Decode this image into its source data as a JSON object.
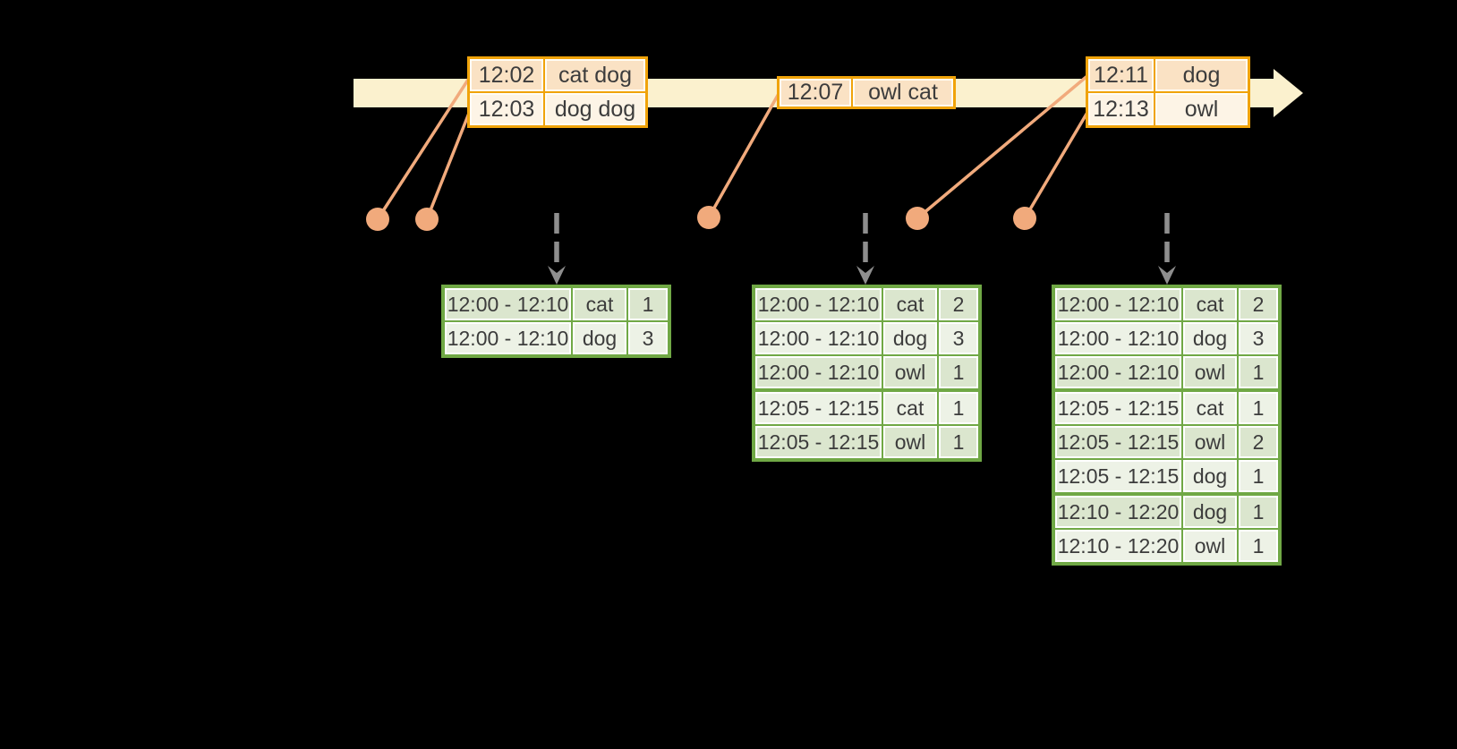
{
  "colors": {
    "background": "#000000",
    "timeline_fill": "#fbf1ce",
    "event_table_border": "#f0a30a",
    "event_row_fill_dark": "#fae2c4",
    "event_row_fill_light": "#fdf4e6",
    "event_dot": "#f1aa7c",
    "trigger_arrow_gray": "#8e8e8e",
    "result_table_border": "#70a845",
    "result_row_fill_dark": "#dbe6ce",
    "result_row_fill_light": "#edf2e6",
    "text": "#3c3c3c"
  },
  "event_tables": [
    {
      "rows": [
        [
          "12:02",
          "cat dog"
        ],
        [
          "12:03",
          "dog dog"
        ]
      ]
    },
    {
      "rows": [
        [
          "12:07",
          "owl cat"
        ]
      ]
    },
    {
      "rows": [
        [
          "12:11",
          "dog"
        ],
        [
          "12:13",
          "owl"
        ]
      ]
    }
  ],
  "result_tables": [
    {
      "rows": [
        [
          "12:00 - 12:10",
          "cat",
          "1"
        ],
        [
          "12:00 - 12:10",
          "dog",
          "3"
        ]
      ]
    },
    {
      "rows": [
        [
          "12:00 - 12:10",
          "cat",
          "2"
        ],
        [
          "12:00 - 12:10",
          "dog",
          "3"
        ],
        [
          "12:00 - 12:10",
          "owl",
          "1"
        ],
        [
          "12:05 - 12:15",
          "cat",
          "1"
        ],
        [
          "12:05 - 12:15",
          "owl",
          "1"
        ]
      ]
    },
    {
      "rows": [
        [
          "12:00 - 12:10",
          "cat",
          "2"
        ],
        [
          "12:00 - 12:10",
          "dog",
          "3"
        ],
        [
          "12:00 - 12:10",
          "owl",
          "1"
        ],
        [
          "12:05 - 12:15",
          "cat",
          "1"
        ],
        [
          "12:05 - 12:15",
          "owl",
          "2"
        ],
        [
          "12:05 - 12:15",
          "dog",
          "1"
        ],
        [
          "12:10 - 12:20",
          "dog",
          "1"
        ],
        [
          "12:10 - 12:20",
          "owl",
          "1"
        ]
      ]
    }
  ]
}
